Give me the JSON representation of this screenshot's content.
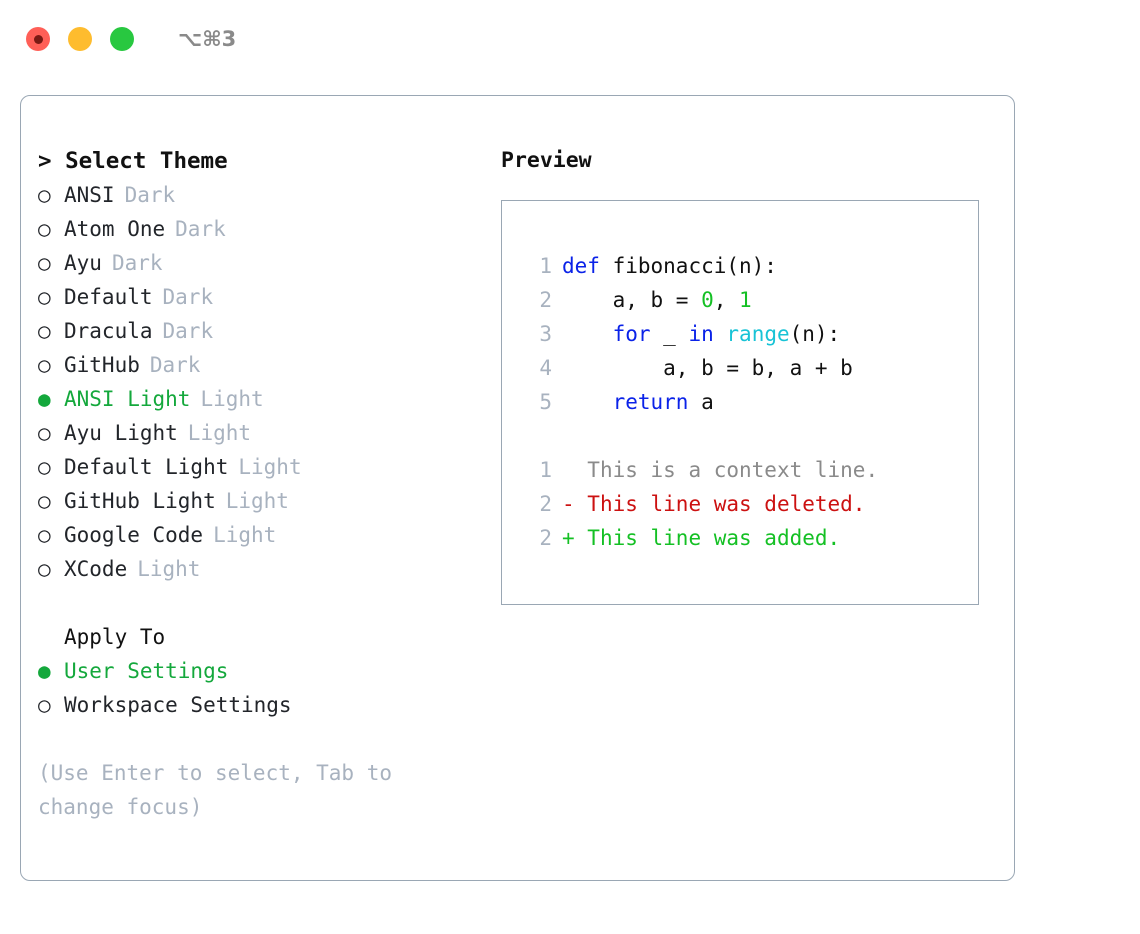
{
  "titlebar": {
    "shortcut": "⌥⌘3",
    "dots": [
      "red-record",
      "yellow",
      "green"
    ]
  },
  "left": {
    "heading": "> Select Theme",
    "themes": [
      {
        "bullet": "○",
        "name": "ANSI",
        "tag": "Dark",
        "selected": false
      },
      {
        "bullet": "○",
        "name": "Atom One",
        "tag": "Dark",
        "selected": false
      },
      {
        "bullet": "○",
        "name": "Ayu",
        "tag": "Dark",
        "selected": false
      },
      {
        "bullet": "○",
        "name": "Default",
        "tag": "Dark",
        "selected": false
      },
      {
        "bullet": "○",
        "name": "Dracula",
        "tag": "Dark",
        "selected": false
      },
      {
        "bullet": "○",
        "name": "GitHub",
        "tag": "Dark",
        "selected": false
      },
      {
        "bullet": "●",
        "name": "ANSI Light",
        "tag": "Light",
        "selected": true
      },
      {
        "bullet": "○",
        "name": "Ayu Light",
        "tag": "Light",
        "selected": false
      },
      {
        "bullet": "○",
        "name": "Default Light",
        "tag": "Light",
        "selected": false
      },
      {
        "bullet": "○",
        "name": "GitHub Light",
        "tag": "Light",
        "selected": false
      },
      {
        "bullet": "○",
        "name": "Google Code",
        "tag": "Light",
        "selected": false
      },
      {
        "bullet": "○",
        "name": "XCode",
        "tag": "Light",
        "selected": false
      }
    ],
    "apply_to_label": "Apply To",
    "apply_to": [
      {
        "bullet": "●",
        "name": "User Settings",
        "selected": true
      },
      {
        "bullet": "○",
        "name": "Workspace Settings",
        "selected": false
      }
    ],
    "hint": "(Use Enter to select, Tab to change focus)"
  },
  "right": {
    "preview_title": "Preview",
    "code_lines": [
      {
        "no": "1",
        "tokens": [
          {
            "t": "def",
            "c": "kw"
          },
          {
            "t": " fibonacci(n):",
            "c": "txt"
          }
        ]
      },
      {
        "no": "2",
        "tokens": [
          {
            "t": "    a, b = ",
            "c": "txt"
          },
          {
            "t": "0",
            "c": "num"
          },
          {
            "t": ", ",
            "c": "txt"
          },
          {
            "t": "1",
            "c": "num"
          }
        ]
      },
      {
        "no": "3",
        "tokens": [
          {
            "t": "    ",
            "c": "txt"
          },
          {
            "t": "for",
            "c": "kw"
          },
          {
            "t": " _ ",
            "c": "txt"
          },
          {
            "t": "in",
            "c": "kw"
          },
          {
            "t": " ",
            "c": "txt"
          },
          {
            "t": "range",
            "c": "fn"
          },
          {
            "t": "(n):",
            "c": "txt"
          }
        ]
      },
      {
        "no": "4",
        "tokens": [
          {
            "t": "        a, b = b, a + b",
            "c": "txt"
          }
        ]
      },
      {
        "no": "5",
        "tokens": [
          {
            "t": "    ",
            "c": "txt"
          },
          {
            "t": "return",
            "c": "kw"
          },
          {
            "t": " a",
            "c": "txt"
          }
        ]
      }
    ],
    "diff_lines": [
      {
        "no": "1",
        "marker": " ",
        "text": "This is a context line.",
        "kind": "ctx"
      },
      {
        "no": "2",
        "marker": "-",
        "text": "This line was deleted.",
        "kind": "del"
      },
      {
        "no": "2",
        "marker": "+",
        "text": "This line was added.",
        "kind": "add"
      }
    ]
  },
  "colors": {
    "accent_green": "#14a83c",
    "dim": "#a8b2bf",
    "keyword": "#0a22e8",
    "function": "#18c3d6",
    "number": "#14c024",
    "deleted": "#cc1111",
    "added": "#14c024",
    "border": "#9aa7b4"
  }
}
